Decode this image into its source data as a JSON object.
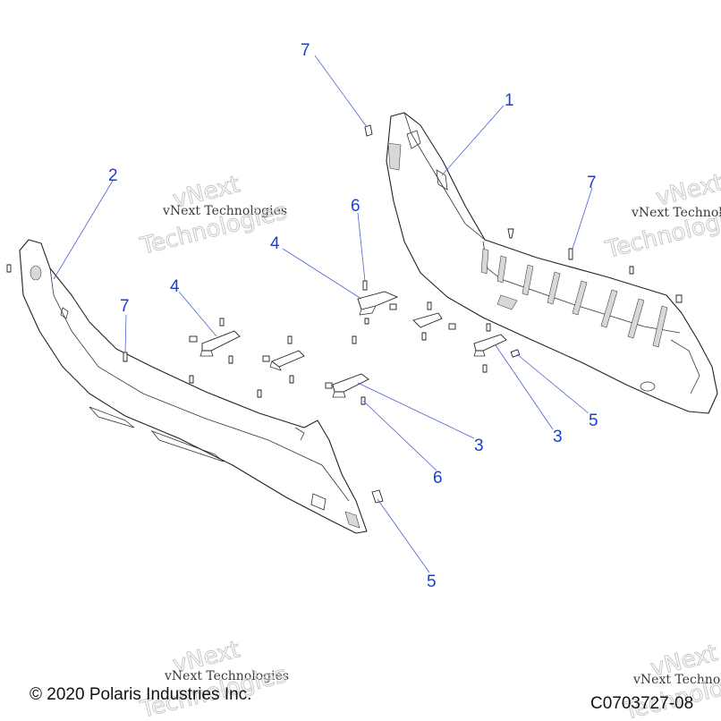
{
  "callouts": {
    "c1": "1",
    "c2": "2",
    "c3a": "3",
    "c3b": "3",
    "c4a": "4",
    "c4b": "4",
    "c5a": "5",
    "c5b": "5",
    "c6a": "6",
    "c6b": "6",
    "c7a": "7",
    "c7b": "7",
    "c7c": "7"
  },
  "watermark": {
    "line1": "vNext Technologies",
    "line2": "vNext",
    "line3": "Technologies"
  },
  "footer": {
    "copyright": "© 2020 Polaris Industries Inc.",
    "drawing_id": "C0703727-08"
  },
  "colors": {
    "callout": "#1a3fd6",
    "leader": "#4a5fd0",
    "outline": "#222222"
  }
}
